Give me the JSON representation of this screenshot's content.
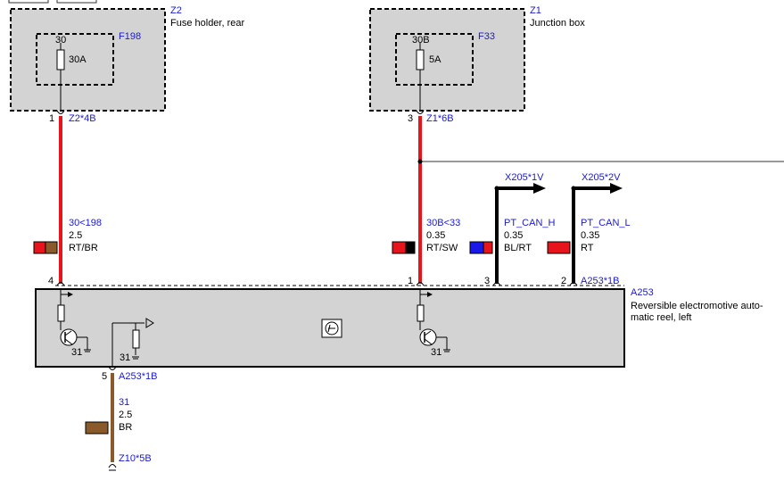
{
  "components": {
    "z2": {
      "id": "Z2",
      "name": "Fuse holder, rear"
    },
    "z1": {
      "id": "Z1",
      "name": "Junction box"
    },
    "a253": {
      "id": "A253",
      "name_line1": "Reversible electromotive auto-",
      "name_line2": "matic reel, left"
    }
  },
  "fuses": {
    "f198": {
      "id": "F198",
      "terminal": "30",
      "rating": "30A"
    },
    "f33": {
      "id": "F33",
      "terminal": "30B",
      "rating": "5A"
    }
  },
  "connectors": {
    "z2_out": {
      "pin": "1",
      "name": "Z2*4B"
    },
    "z1_out": {
      "pin": "3",
      "name": "Z1*6B"
    },
    "a253_pin4": {
      "pin": "4"
    },
    "a253_pin1": {
      "pin": "1"
    },
    "a253_pin3": {
      "pin": "3"
    },
    "a253_pin2": {
      "pin": "2",
      "name": "A253*1B"
    },
    "a253_pin5": {
      "pin": "5",
      "name": "A253*1B"
    },
    "ground": {
      "name": "Z10*5B"
    }
  },
  "wires": {
    "w1": {
      "signal": "30<198",
      "size": "2.5",
      "color_code": "RT/BR",
      "swatch1": "#e8141c",
      "swatch2": "#8b5a2b",
      "wire_color": "#e8141c"
    },
    "w2": {
      "signal": "30B<33",
      "size": "0.35",
      "color_code": "RT/SW",
      "swatch1": "#e8141c",
      "swatch2": "#000000",
      "wire_color": "#e8141c"
    },
    "w3": {
      "signal": "PT_CAN_H",
      "size": "0.35",
      "color_code": "BL/RT",
      "swatch1": "#1a1ae8",
      "swatch2": "#e8141c",
      "wire_color": "#000000",
      "target": "X205*1V"
    },
    "w4": {
      "signal": "PT_CAN_L",
      "size": "0.35",
      "color_code": "RT",
      "swatch1": "#e8141c",
      "swatch2": "#e8141c",
      "wire_color": "#000000",
      "target": "X205*2V"
    },
    "w5": {
      "signal": "31",
      "size": "2.5",
      "color_code": "BR",
      "swatch1": "#8b5a2b",
      "swatch2": "#8b5a2b",
      "wire_color": "#8b5a2b"
    }
  },
  "internal": {
    "ground_a": "31",
    "ground_b": "31",
    "ground_c": "31"
  }
}
